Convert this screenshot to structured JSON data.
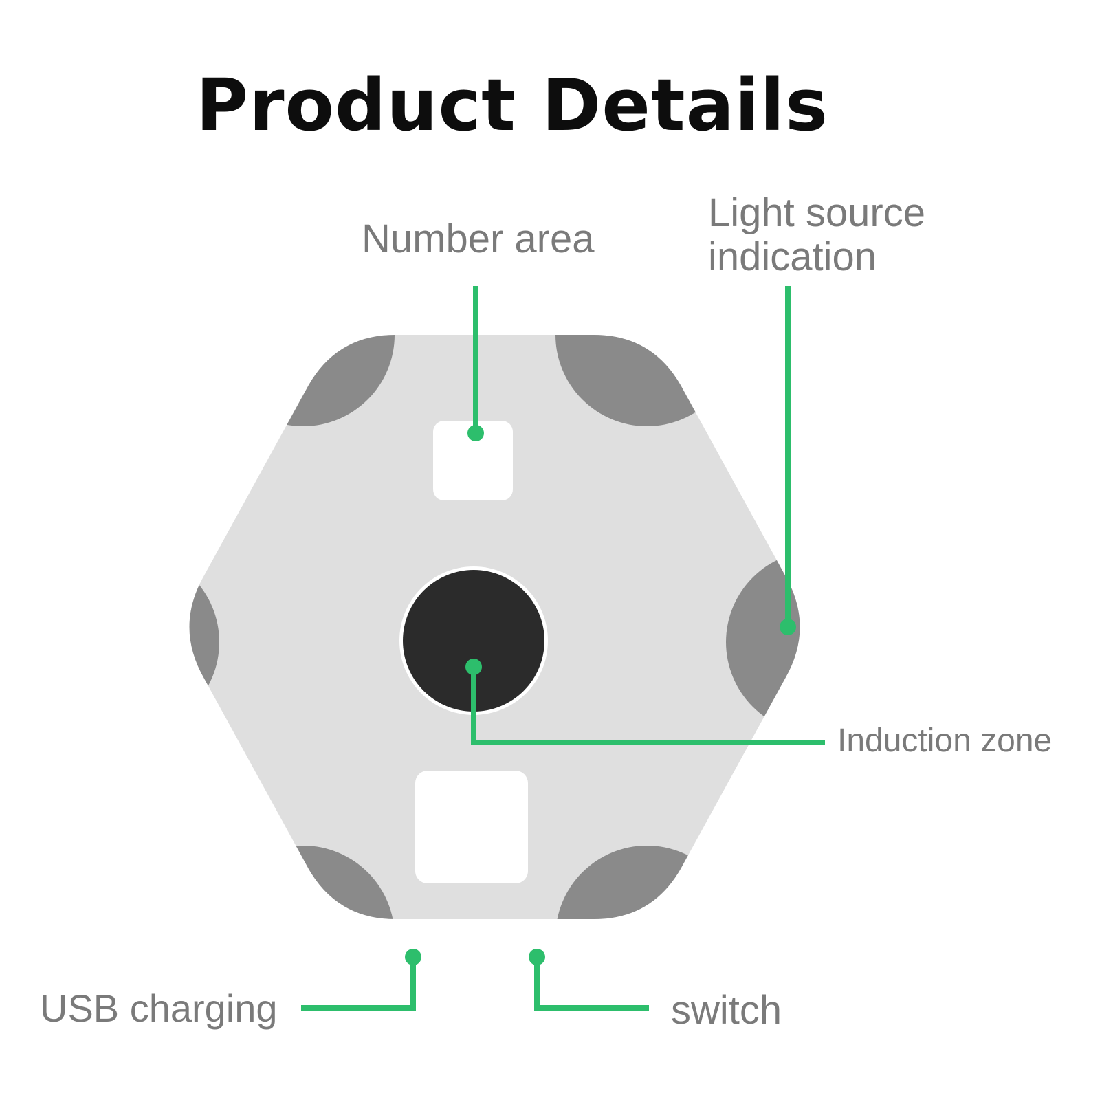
{
  "title": "Product Details",
  "labels": {
    "number_area": "Number area",
    "light_source_line1": "Light source",
    "light_source_line2": "indication",
    "induction_zone": "Induction zone",
    "usb_charging": "USB charging",
    "switch": "switch"
  },
  "colors": {
    "panel_body": "#dfdfdf",
    "light_source_pads": "#8a8a8a",
    "induction_zone": "#2b2b2b",
    "windows": "#ffffff",
    "callout_lines": "#2dbe6c",
    "label_text": "#7a7a7a",
    "title_text": "#0d0d0d"
  }
}
